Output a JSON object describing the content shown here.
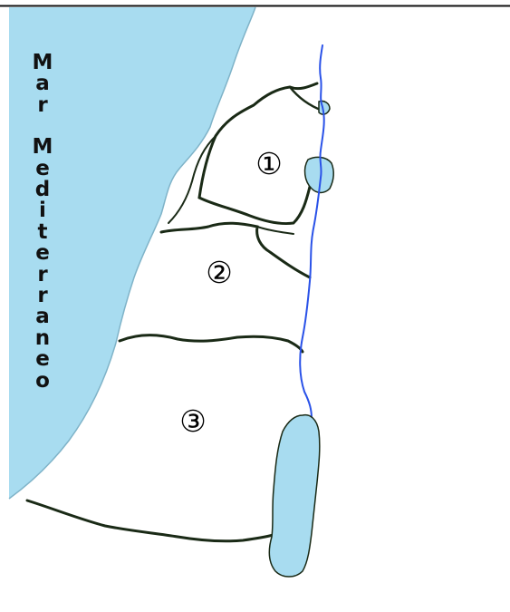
{
  "map": {
    "sea": {
      "name": "Mar Mediterraneo",
      "label_lines": [
        "Mar",
        "Mediterraneo"
      ]
    },
    "regions": [
      {
        "id": "region-1",
        "label": "①"
      },
      {
        "id": "region-2",
        "label": "②"
      },
      {
        "id": "region-3",
        "label": "③"
      }
    ],
    "colors": {
      "sea": "#a8dcf0",
      "land": "#ffffff",
      "border": "#1a2a16",
      "river": "#2a52e8",
      "lake": "#a8dcf0"
    }
  }
}
